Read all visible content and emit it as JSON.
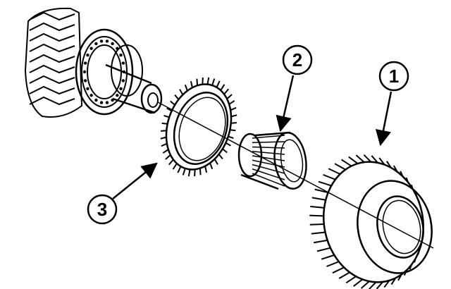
{
  "diagram": {
    "colors": {
      "ink": "#000000",
      "paper": "#ffffff"
    },
    "callouts": [
      {
        "id": "callout-1",
        "label": "1"
      },
      {
        "id": "callout-2",
        "label": "2"
      },
      {
        "id": "callout-3",
        "label": "3"
      }
    ]
  }
}
